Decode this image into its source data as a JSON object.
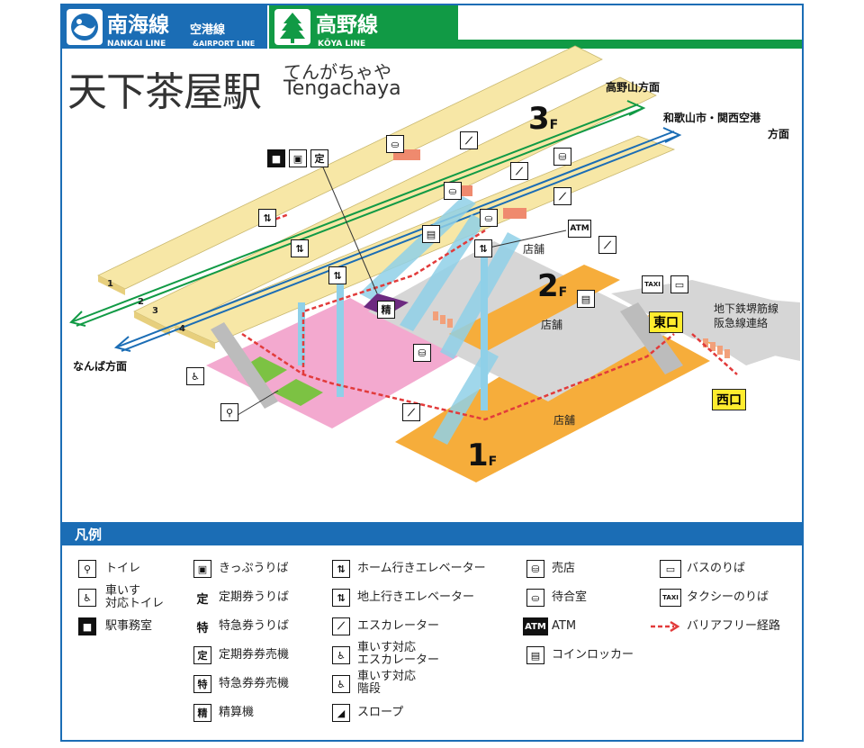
{
  "header": {
    "nankai_title": "南海線",
    "nankai_sub": "空港線",
    "nankai_en": "NANKAI LINE",
    "nankai_en2": "&AIRPORT LINE",
    "koya_title": "高野線",
    "koya_en": "KŌYA LINE"
  },
  "station": {
    "name": "天下茶屋駅",
    "kana": "てんがちゃや",
    "roman": "Tengachaya"
  },
  "directions": {
    "koyasan": "高野山方面",
    "wakayama": "和歌山市・関西空港",
    "wakayama2": "方面",
    "namba": "なんば方面",
    "subway": "地下鉄堺筋線",
    "subway2": "阪急線連絡"
  },
  "floors": {
    "f3": "3",
    "f2": "2",
    "f1": "1",
    "suffix": "F"
  },
  "tracks": [
    "1",
    "2",
    "3",
    "4"
  ],
  "shops": {
    "shop_3f": "店舗",
    "shop_2f": "店舗",
    "shop_1f": "店舗"
  },
  "exits": {
    "east": "東口",
    "west": "西口"
  },
  "map_icons": {
    "teiki": "定",
    "seisan": "精",
    "atm": "ATM",
    "taxi": "TAXI"
  },
  "legend": {
    "title": "凡例",
    "items": [
      {
        "icon": "restroom-icon",
        "label": "トイレ"
      },
      {
        "icon": "wheelchair-restroom-icon",
        "label": "車いす"
      },
      {
        "icon": "wheelchair-restroom-icon",
        "label": "対応トイレ"
      },
      {
        "icon": "station-office-icon",
        "label": "駅事務室"
      },
      {
        "icon": "ticket-office-icon",
        "label": "きっぷうりば"
      },
      {
        "icon": "teiki-icon",
        "glyph": "定",
        "label": "定期券うりば"
      },
      {
        "icon": "tokkyu-icon",
        "glyph": "特",
        "label": "特急券うりば"
      },
      {
        "icon": "teiki-machine-icon",
        "glyph": "定",
        "label": "定期券券売機"
      },
      {
        "icon": "tokkyu-machine-icon",
        "glyph": "特",
        "label": "特急券券売機"
      },
      {
        "icon": "seisan-icon",
        "glyph": "精",
        "label": "精算機"
      },
      {
        "icon": "platform-elevator-icon",
        "label": "ホーム行きエレベーター"
      },
      {
        "icon": "ground-elevator-icon",
        "label": "地上行きエレベーター"
      },
      {
        "icon": "escalator-icon",
        "label": "エスカレーター"
      },
      {
        "icon": "wheelchair-escalator-icon",
        "label": "車いす対応"
      },
      {
        "icon": "wheelchair-escalator-icon",
        "label": "エスカレーター"
      },
      {
        "icon": "wheelchair-stairs-icon",
        "label": "車いす対応"
      },
      {
        "icon": "wheelchair-stairs-icon",
        "label": "階段"
      },
      {
        "icon": "slope-icon",
        "label": "スロープ"
      },
      {
        "icon": "shop-icon",
        "label": "売店"
      },
      {
        "icon": "waiting-room-icon",
        "label": "待合室"
      },
      {
        "icon": "atm-icon",
        "glyph": "ATM",
        "label": "ATM"
      },
      {
        "icon": "locker-icon",
        "label": "コインロッカー"
      },
      {
        "icon": "bus-icon",
        "label": "バスのりば"
      },
      {
        "icon": "taxi-icon",
        "glyph": "TAXI",
        "label": "タクシーのりば"
      },
      {
        "icon": "barrier-free-route-icon",
        "label": "バリアフリー経路"
      }
    ]
  },
  "colors": {
    "nankai_blue": "#1b6db5",
    "koya_green": "#119a45",
    "platform": "#f7e7a6",
    "concourse_2f": "#d6d6d6",
    "ticket_gate": "#f3a9cf",
    "floor_1f": "#f6ad3b",
    "barrier_free": "#e23b3b",
    "exit_yellow": "#ffec2e"
  }
}
